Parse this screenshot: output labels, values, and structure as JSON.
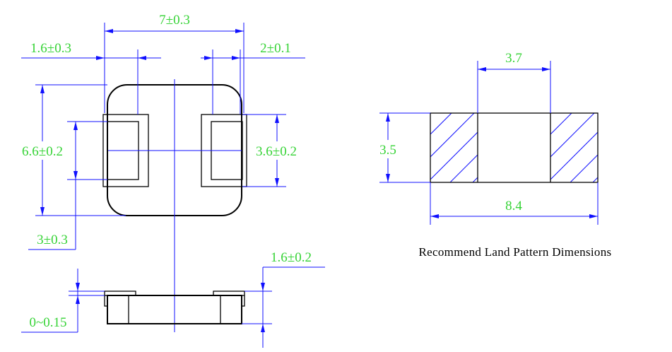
{
  "dimensions": {
    "overall_length": "7±0.3",
    "pad_width": "1.6±0.3",
    "pad_gap_right": "2±0.1",
    "body_height": "6.6±0.2",
    "pad_height": "3.6±0.2",
    "pad_offset": "3±0.3",
    "side_height": "1.6±0.2",
    "standoff": "0~0.15"
  },
  "land_pattern": {
    "gap": "3.7",
    "height": "3.5",
    "total": "8.4",
    "caption": "Recommend Land Pattern Dimensions"
  },
  "colors": {
    "dimension_text": "#36d336",
    "dimension_line": "#1010ff",
    "outline": "#000000"
  }
}
